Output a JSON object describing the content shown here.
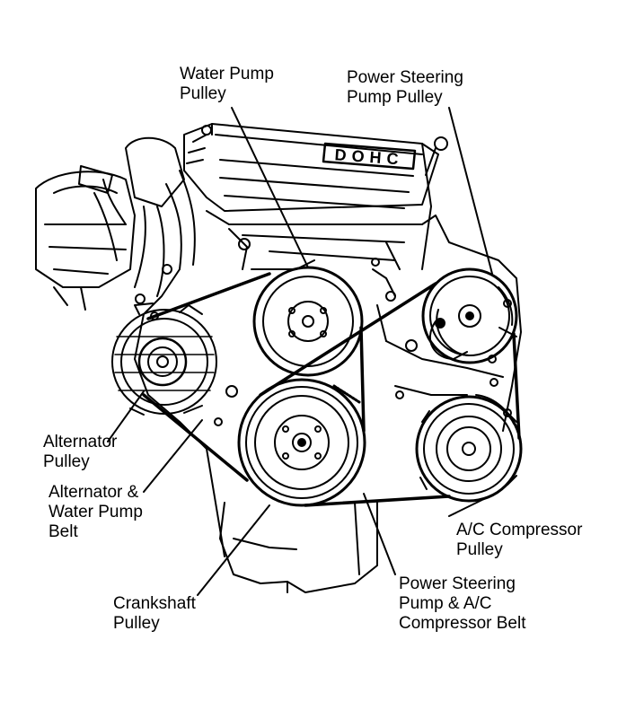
{
  "engine": {
    "badge": "DOHC"
  },
  "labels": {
    "water_pump_pulley": [
      "Water Pump",
      "Pulley"
    ],
    "power_steering_pump_pulley": [
      "Power Steering",
      "Pump Pulley"
    ],
    "alternator_pulley": [
      "Alternator",
      "Pulley"
    ],
    "alternator_water_pump_belt": [
      "Alternator &",
      "Water Pump",
      "Belt"
    ],
    "crankshaft_pulley": [
      "Crankshaft",
      "Pulley"
    ],
    "ac_compressor_pulley": [
      "A/C Compressor",
      "Pulley"
    ],
    "ps_ac_belt": [
      "Power Steering",
      "Pump & A/C",
      "Compressor Belt"
    ]
  },
  "colors": {
    "ink": "#000000",
    "paper": "#ffffff"
  }
}
